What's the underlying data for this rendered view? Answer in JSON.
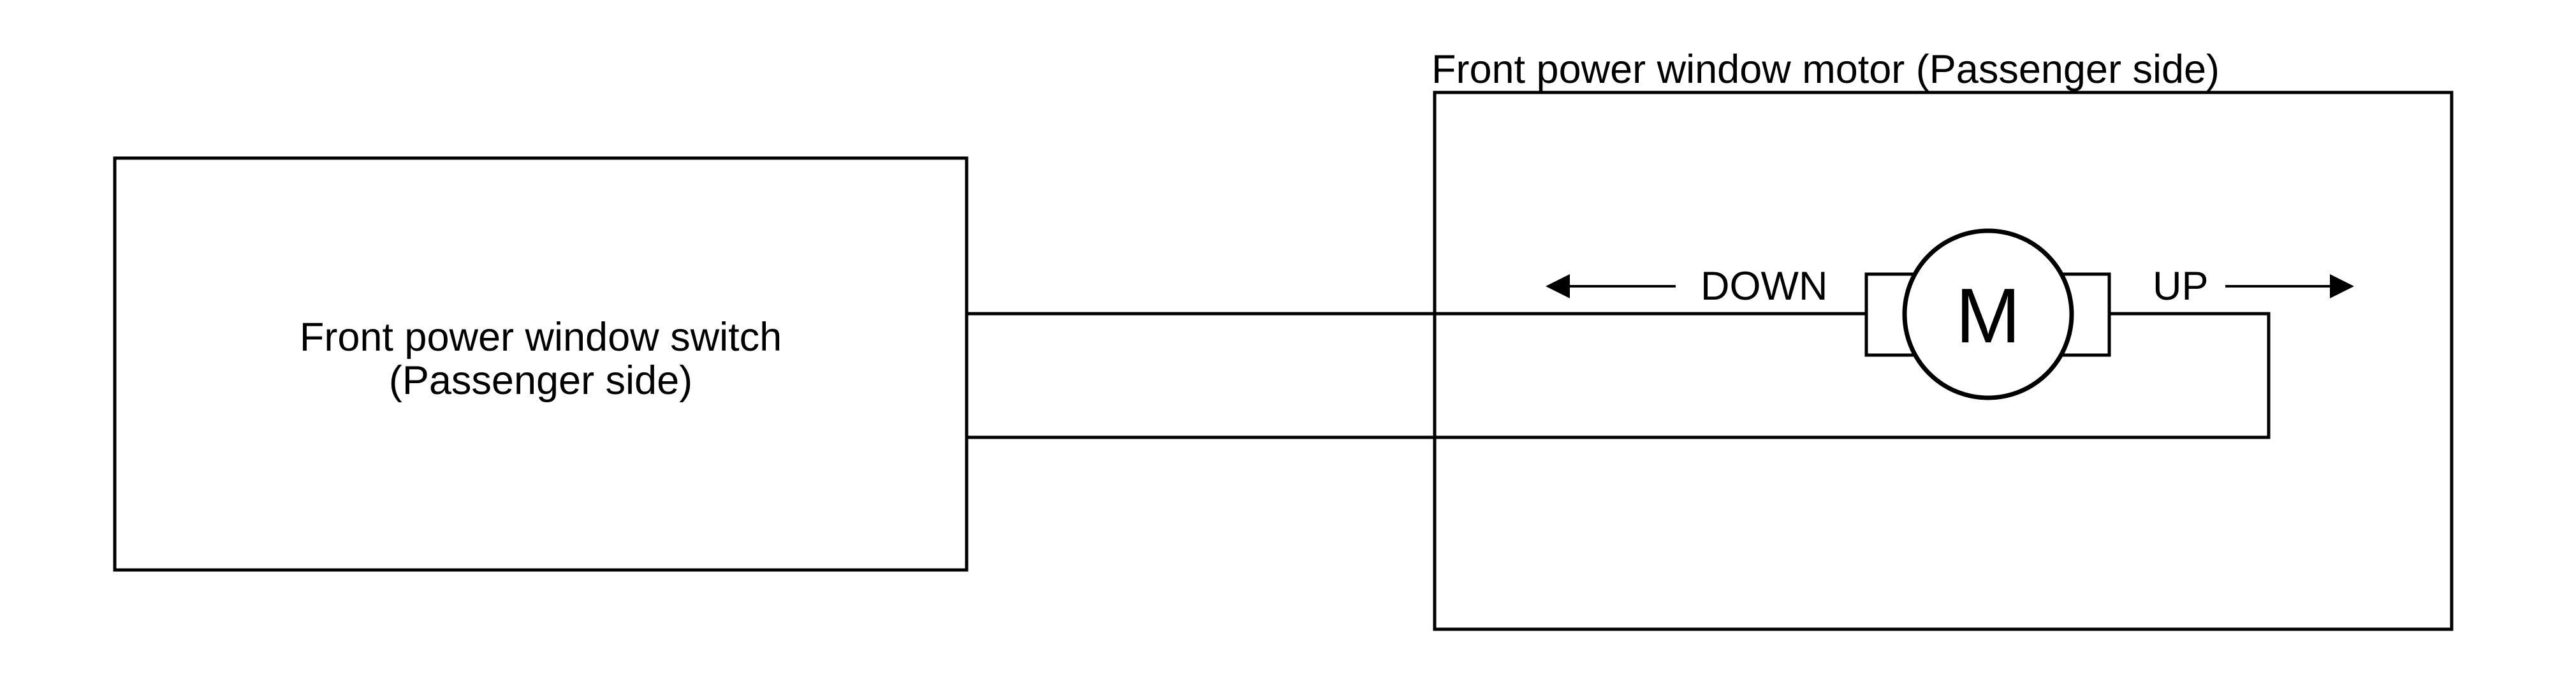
{
  "diagram": {
    "background_color": "#ffffff",
    "line_color": "#000000",
    "switch_box": {
      "label_line1": "Front power window switch",
      "label_line2": "(Passenger side)"
    },
    "motor_box": {
      "title": "Front power window motor (Passenger side)"
    },
    "motor": {
      "symbol": "M"
    },
    "direction_labels": {
      "down": "DOWN",
      "up": "UP"
    }
  }
}
